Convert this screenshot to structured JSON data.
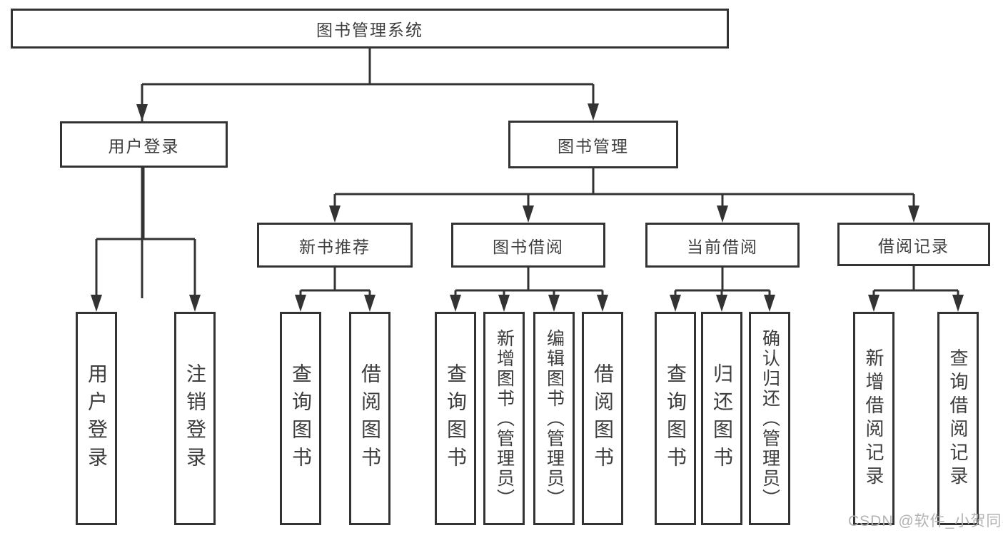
{
  "tree": {
    "root": {
      "label": "图书管理系统"
    },
    "level1": [
      {
        "label": "用户登录",
        "children": [
          {
            "label": "用户登录"
          },
          {
            "label": "注销登录"
          }
        ]
      },
      {
        "label": "图书管理",
        "children": [
          {
            "label": "新书推荐",
            "children": [
              {
                "label": "查询图书"
              },
              {
                "label": "借阅图书"
              }
            ]
          },
          {
            "label": "图书借阅",
            "children": [
              {
                "label": "查询图书"
              },
              {
                "label": "新增图书（管理员）"
              },
              {
                "label": "编辑图书（管理员）"
              },
              {
                "label": "借阅图书"
              }
            ]
          },
          {
            "label": "当前借阅",
            "children": [
              {
                "label": "查询图书"
              },
              {
                "label": "归还图书"
              },
              {
                "label": "确认归还（管理员）"
              }
            ]
          },
          {
            "label": "借阅记录",
            "children": [
              {
                "label": "新增借阅记录"
              },
              {
                "label": "查询借阅记录"
              }
            ]
          }
        ]
      }
    ]
  },
  "watermark": {
    "text": "CSDN @软件_小贺同学"
  },
  "colors": {
    "line": "#333333",
    "box_border": "#333333",
    "text": "#3d3d3d",
    "watermark": "#b3b3b3",
    "background": "#ffffff"
  }
}
